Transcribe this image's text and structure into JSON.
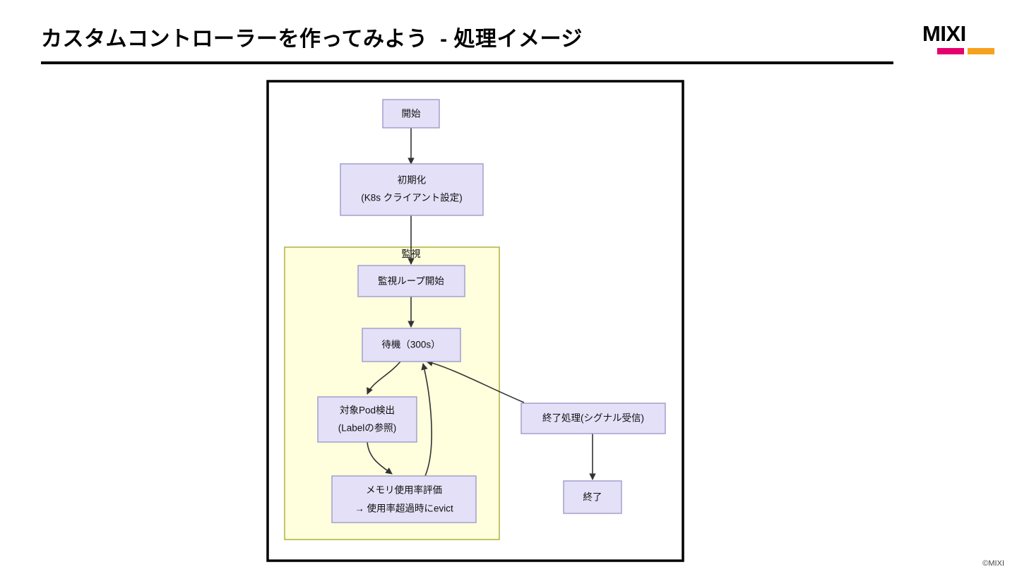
{
  "slide": {
    "title": "カスタムコントローラーを作ってみよう  - 処理イメージ",
    "copyright": "©MIXI"
  },
  "brand": {
    "wordmark": "MIXI",
    "bar_pink_color": "#E5006E",
    "bar_orange_color": "#F5A21E"
  },
  "theme": {
    "node_fill": "#E3E0F7",
    "node_stroke": "#9D9BCB",
    "subgraph_fill": "#FFFFDE",
    "subgraph_stroke": "#AAAA33",
    "edge_color": "#3F3F3F",
    "frame_color": "#000000",
    "rule_color": "#000000"
  },
  "diagram": {
    "frame_name": "flowchart-frame",
    "subgraph": {
      "label": "監視"
    },
    "nodes": [
      {
        "id": "start",
        "label_lines": [
          "開始"
        ]
      },
      {
        "id": "init",
        "label_lines": [
          "初期化",
          "(K8s クライアント設定)"
        ]
      },
      {
        "id": "loop-start",
        "label_lines": [
          "監視ループ開始"
        ]
      },
      {
        "id": "wait",
        "label_lines": [
          "待機（300s）"
        ]
      },
      {
        "id": "detect",
        "label_lines": [
          "対象Pod検出",
          "(Labelの参照)"
        ]
      },
      {
        "id": "evaluate",
        "label_lines": [
          "メモリ使用率評価",
          "→ 使用率超過時にevict"
        ]
      },
      {
        "id": "shutdown",
        "label_lines": [
          "終了処理(シグナル受信)"
        ]
      },
      {
        "id": "end",
        "label_lines": [
          "終了"
        ]
      }
    ],
    "edges": [
      {
        "from": "start",
        "to": "init"
      },
      {
        "from": "init",
        "to": "loop-start"
      },
      {
        "from": "loop-start",
        "to": "wait"
      },
      {
        "from": "wait",
        "to": "detect"
      },
      {
        "from": "detect",
        "to": "evaluate"
      },
      {
        "from": "evaluate",
        "to": "wait"
      },
      {
        "from": "shutdown",
        "to": "wait"
      },
      {
        "from": "shutdown",
        "to": "end"
      }
    ]
  }
}
